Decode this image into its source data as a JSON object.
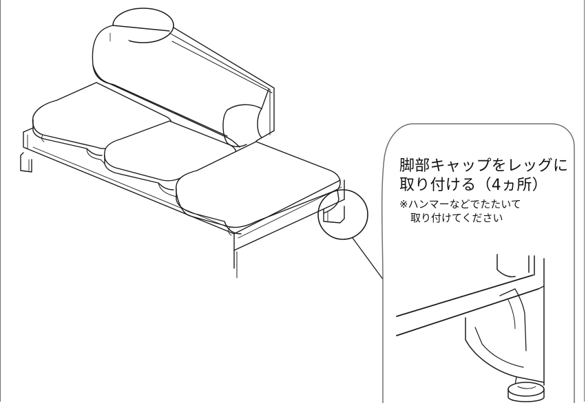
{
  "instruction": {
    "title_line1": "脚部キャップをレッグに",
    "title_line2": "取り付ける（4ヵ所）",
    "note_line1": "※ハンマーなどでたたいて",
    "note_line2": "取り付けてください"
  },
  "illustration": {
    "subject": "sofa-with-legs",
    "detail_callout": "leg-cap-closeup",
    "leg_cap_count": 4,
    "line_color": "#1a1a1a",
    "frame_color": "#6e6e6e"
  }
}
